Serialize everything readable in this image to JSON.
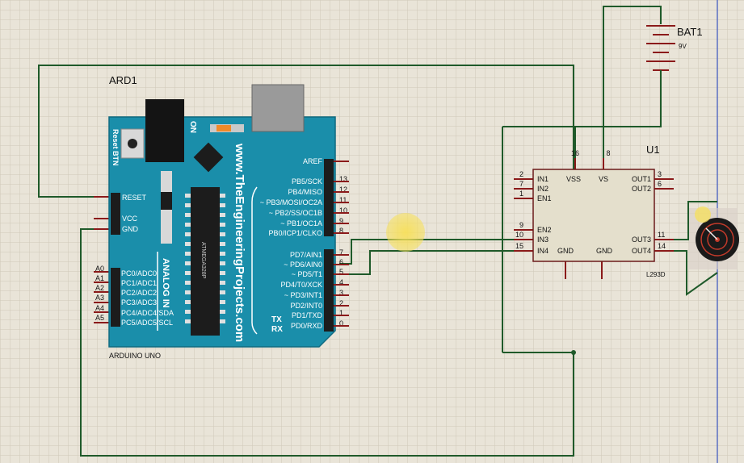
{
  "arduino": {
    "ref": "ARD1",
    "part": "ARDUINO UNO",
    "reset_btn": "Reset BTN",
    "on_label": "ON",
    "website": "www.TheEngineeringProjects.com",
    "analog_in": "ANALOG IN",
    "tx": "TX",
    "rx": "RX",
    "chip_text": "ATMEGA328P",
    "left_pins": [
      "RESET",
      "VCC",
      "GND"
    ],
    "analog_pins": [
      {
        "num": "A0",
        "name": "PC0/ADC0"
      },
      {
        "num": "A1",
        "name": "PC1/ADC1"
      },
      {
        "num": "A2",
        "name": "PC2/ADC2"
      },
      {
        "num": "A3",
        "name": "PC3/ADC3"
      },
      {
        "num": "A4",
        "name": "PC4/ADC4/SDA"
      },
      {
        "num": "A5",
        "name": "PC5/ADC5/SCL"
      }
    ],
    "digital_top": [
      {
        "name": "AREF",
        "num": ""
      },
      {
        "name": "PB5/SCK",
        "num": "13"
      },
      {
        "name": "PB4/MISO",
        "num": "12"
      },
      {
        "name": "~ PB3/MOSI/OC2A",
        "num": "11"
      },
      {
        "name": "~ PB2/SS/OC1B",
        "num": "10"
      },
      {
        "name": "~ PB1/OC1A",
        "num": "9"
      },
      {
        "name": "PB0/ICP1/CLKO",
        "num": "8"
      }
    ],
    "digital_bottom": [
      {
        "name": "PD7/AIN1",
        "num": "7"
      },
      {
        "name": "~ PD6/AIN0",
        "num": "6"
      },
      {
        "name": "~ PD5/T1",
        "num": "5"
      },
      {
        "name": "PD4/T0/XCK",
        "num": "4"
      },
      {
        "name": "~ PD3/INT1",
        "num": "3"
      },
      {
        "name": "PD2/INT0",
        "num": "2"
      },
      {
        "name": "PD1/TXD",
        "num": "1"
      },
      {
        "name": "PD0/RXD",
        "num": "0"
      }
    ]
  },
  "driver": {
    "ref": "U1",
    "part": "L293D",
    "top_pins": [
      {
        "num": "16",
        "name": "VSS"
      },
      {
        "num": "8",
        "name": "VS"
      }
    ],
    "left_pins": [
      {
        "num": "2",
        "name": "IN1"
      },
      {
        "num": "7",
        "name": "IN2"
      },
      {
        "num": "1",
        "name": "EN1"
      },
      {
        "num": "9",
        "name": "EN2"
      },
      {
        "num": "10",
        "name": "IN3"
      },
      {
        "num": "15",
        "name": "IN4"
      }
    ],
    "right_pins": [
      {
        "num": "3",
        "name": "OUT1"
      },
      {
        "num": "6",
        "name": "OUT2"
      },
      {
        "num": "11",
        "name": "OUT3"
      },
      {
        "num": "14",
        "name": "OUT4"
      }
    ],
    "bottom_labels": [
      "GND",
      "GND"
    ]
  },
  "battery": {
    "ref": "BAT1",
    "value": "9V"
  },
  "colors": {
    "background": "#e9e4d8",
    "grid": "#cfc8b8",
    "wire": "#1f5a2a",
    "board": "#1a8eaa",
    "ic_fill": "#e4dfcc",
    "pin_red": "#8b1a1a",
    "highlight": "#f7e05a"
  }
}
